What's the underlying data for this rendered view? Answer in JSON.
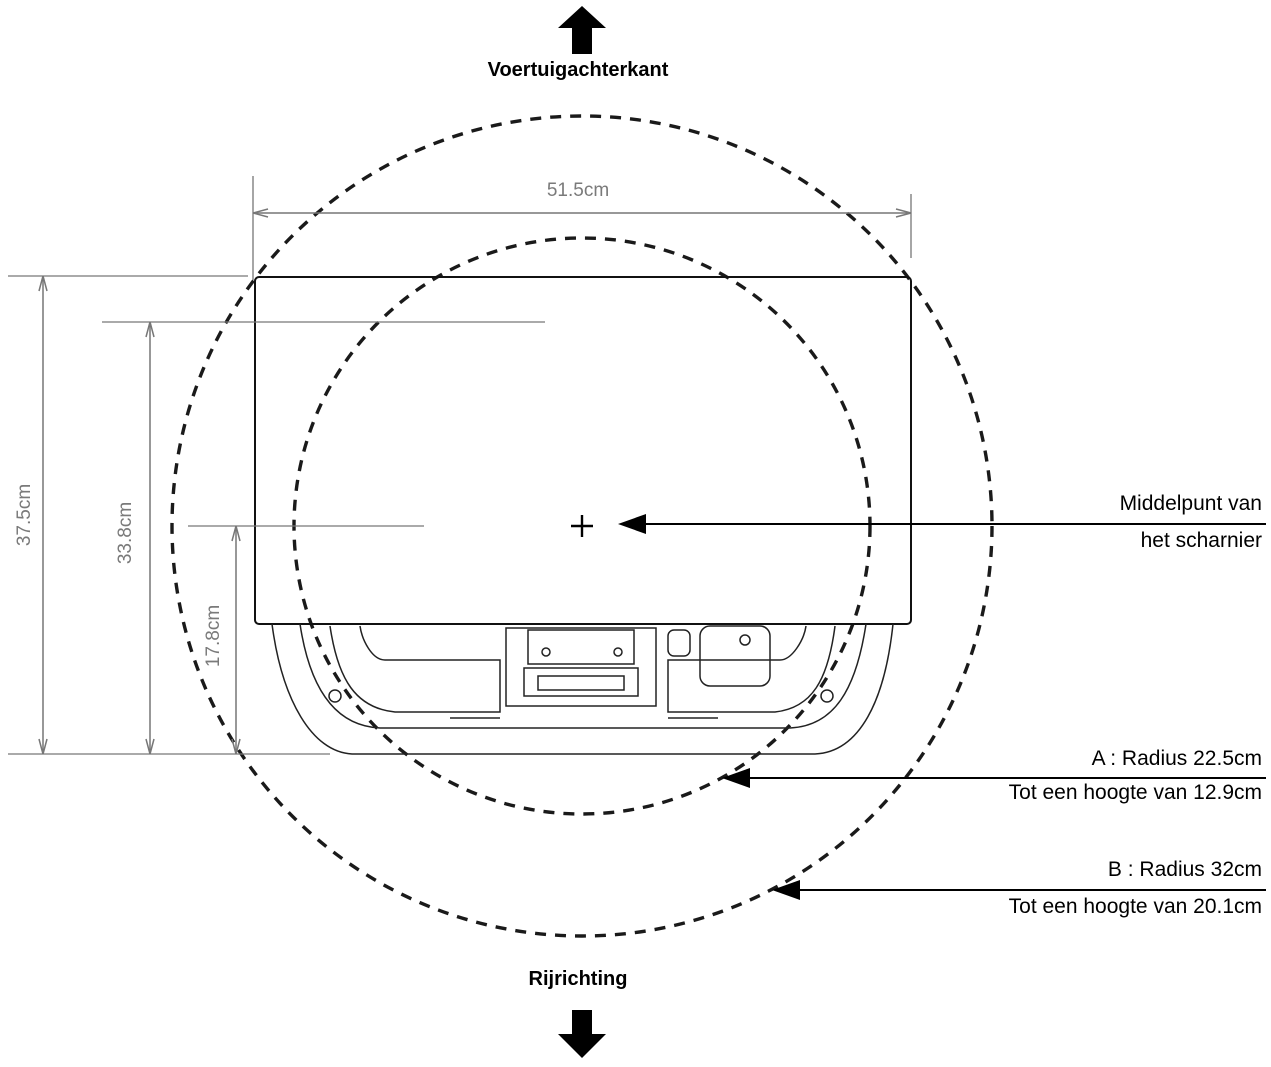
{
  "labels": {
    "top_direction": "Voertuigachterkant",
    "bottom_direction": "Rijrichting",
    "hinge_line1": "Middelpunt van",
    "hinge_line2": "het scharnier",
    "a_radius": "A : Radius 22.5cm",
    "a_height": "Tot een hoogte van 12.9cm",
    "b_radius": "B : Radius 32cm",
    "b_height": "Tot een hoogte van 20.1cm"
  },
  "dimensions": {
    "width": "51.5cm",
    "height_total": "37.5cm",
    "height_mid": "33.8cm",
    "height_hinge": "17.8cm"
  },
  "icons": {
    "top_arrow": "arrow-up-icon",
    "bottom_arrow": "arrow-down-icon",
    "hinge_marker": "plus-crosshair-icon"
  },
  "colors": {
    "line": "#111111",
    "dimension": "#7a7a7a",
    "background": "#ffffff"
  }
}
